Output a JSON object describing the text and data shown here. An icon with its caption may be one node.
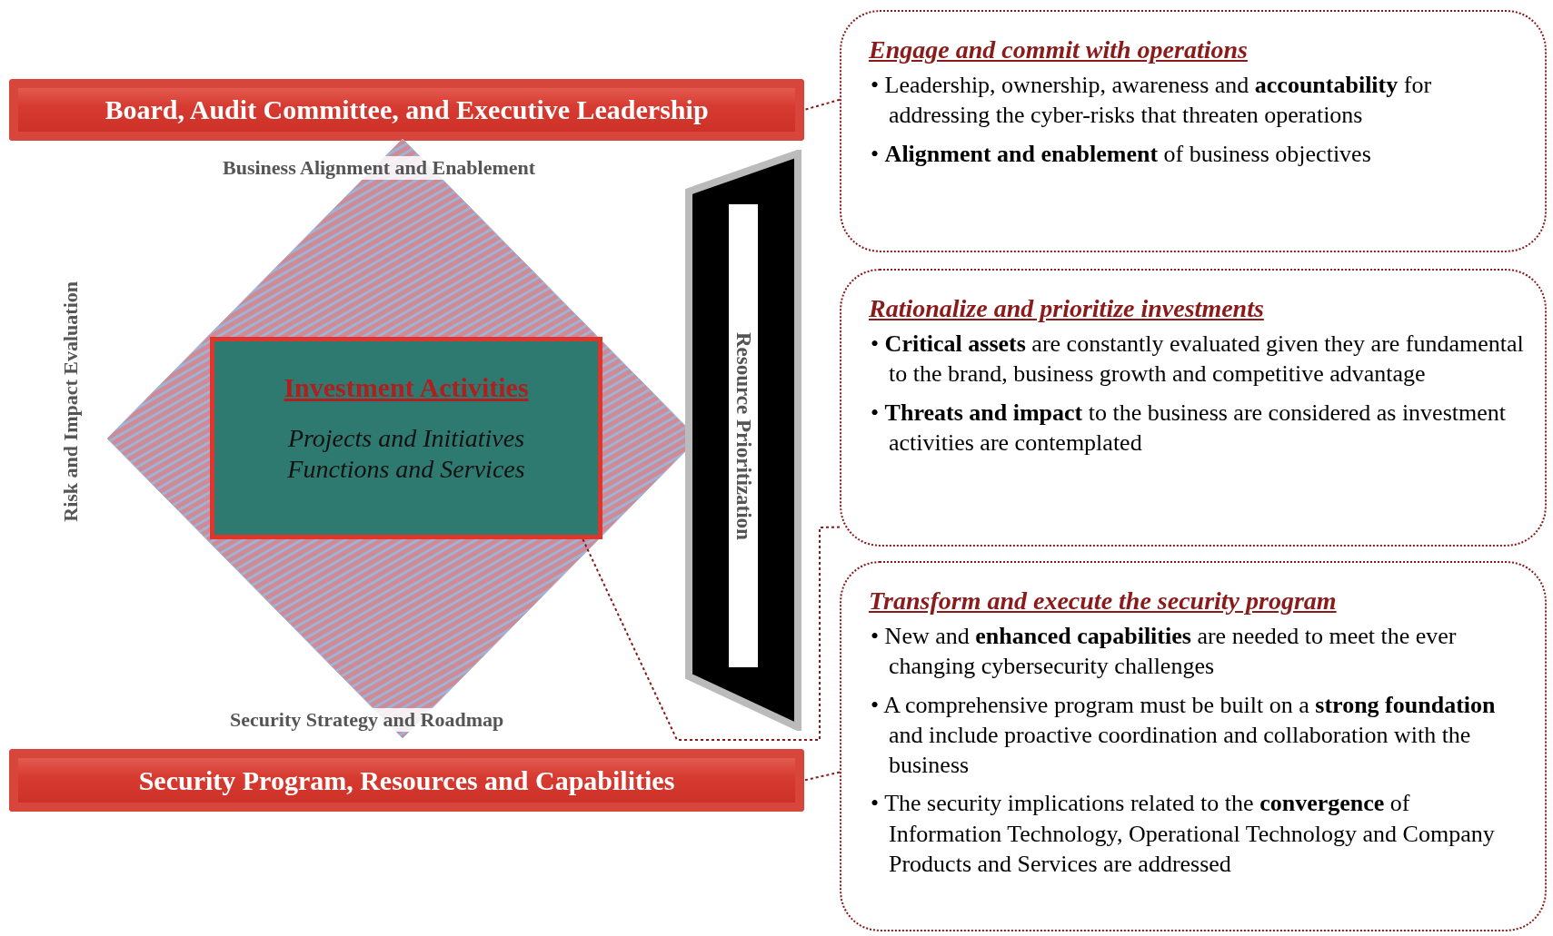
{
  "diagram": {
    "nodes": [
      {
        "text": [
          "Board, Audit Committee, and Executive Leadership"
        ]
      },
      {
        "text": [],
        "shape": "diamond"
      },
      {
        "text": [
          "Investment Activities",
          "Projects and Initiatives",
          "Functions and Services"
        ],
        "in": 1
      },
      {
        "text": [
          "Resource Prioritization"
        ]
      },
      {
        "text": [
          "Security Program, Resources and Capabilities"
        ]
      },
      {
        "text": [
          "Engage and commit with operations",
          "• Leadership, ownership, awareness and **accountability** for addressing the cyber-risks that threaten operations",
          "• **Alignment and enablement** of business objectives"
        ]
      },
      {
        "text": [
          "Rationalize and prioritize investments",
          "• **Critical assets** are constantly evaluated given they are fundamental to the brand, business growth and competitive advantage",
          "• **Threats and impact** to the business are considered as investment activities are contemplated"
        ]
      },
      {
        "text": [
          "Transform and execute the security program",
          "• New and **enhanced capabilities** are needed to meet the ever changing cybersecurity challenges",
          "• A comprehensive program must be built on a **strong foundation** and include proactive coordination and collaboration with the business",
          "• The security implications related to the **convergence** of Information Technology, Operational Technology and Company Products and Services are addressed"
        ]
      }
    ],
    "edges": [
      {
        "from": 5,
        "to": 0,
        "arrow": "none",
        "style": "dashed"
      },
      {
        "from": 6,
        "to": 2,
        "arrow": "none",
        "style": "dashed"
      },
      {
        "from": 7,
        "to": 4,
        "arrow": "none",
        "style": "dashed"
      }
    ],
    "labels": [
      "Business Alignment and Enablement",
      "Risk and Impact Evaluation",
      "Security Strategy and Roadmap"
    ]
  }
}
